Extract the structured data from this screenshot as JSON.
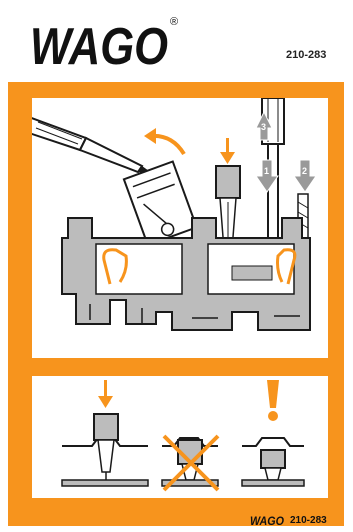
{
  "brand": {
    "logo_text": "WAGO",
    "registered_mark": "®"
  },
  "header": {
    "product_code": "210-283"
  },
  "install_panel": {
    "step_labels": [
      "3",
      "1",
      "2"
    ]
  },
  "check_panel": {
    "symbols": [
      "down-arrow-icon",
      "cross-icon",
      "exclamation-icon"
    ]
  },
  "footer": {
    "logo_text": "WAGO",
    "product_code": "210-283"
  },
  "colors": {
    "orange": "#f7941d",
    "gray": "#bcbcbc",
    "dark": "#1a1a1a",
    "white": "#ffffff"
  }
}
